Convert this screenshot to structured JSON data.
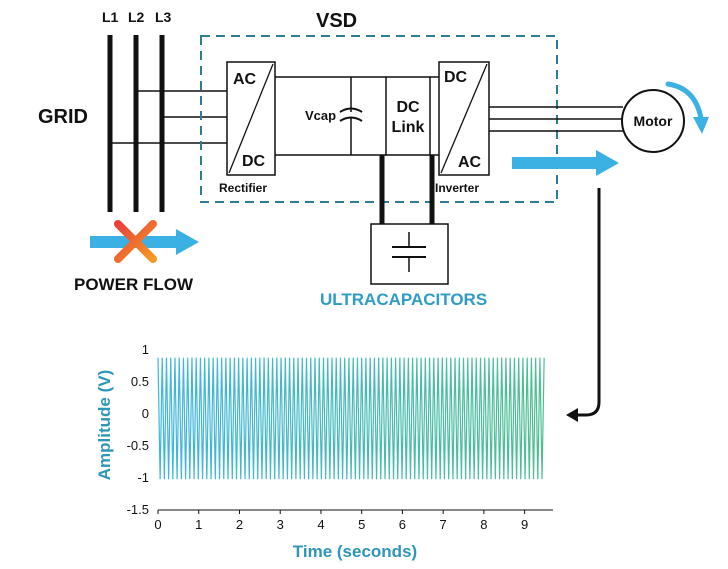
{
  "diagram": {
    "grid_label": "GRID",
    "phase_labels": [
      "L1",
      "L2",
      "L3"
    ],
    "vsd_label": "VSD",
    "rectifier": {
      "top": "AC",
      "bottom": "DC",
      "caption": "Rectifier"
    },
    "vcap_label": "Vcap",
    "dc_link": {
      "line1": "DC",
      "line2": "Link"
    },
    "inverter": {
      "top": "DC",
      "bottom": "AC",
      "caption": "Inverter"
    },
    "motor_label": "Motor",
    "power_flow_label": "POWER FLOW",
    "ultracap_label": "ULTRACAPACITORS",
    "colors": {
      "accent_blue": "#3bb0e3",
      "dashed_box": "#2f7d95",
      "ultracap_text": "#2e9cc4",
      "cross_red": "#e8403a",
      "cross_orange": "#f59a24",
      "axis_title": "#2e96b8"
    }
  },
  "chart_data": {
    "type": "line",
    "xlabel": "Time (seconds)",
    "ylabel": "Amplitude (V)",
    "xlim": [
      0,
      9.5
    ],
    "ylim": [
      -1.5,
      1
    ],
    "x_ticks": [
      "0",
      "1",
      "2",
      "3",
      "4",
      "5",
      "6",
      "7",
      "8",
      "9"
    ],
    "y_ticks": [
      "1",
      "0.5",
      "0",
      "-0.5",
      "-1",
      "-1.5"
    ],
    "series": [
      {
        "waveform": "triangle",
        "amplitude": 0.95,
        "offset": -0.07,
        "cycles_per_second": 9.6,
        "color_start": "#3fb5e0",
        "color_end": "#4dbf8e"
      }
    ]
  }
}
